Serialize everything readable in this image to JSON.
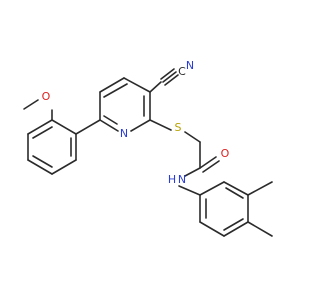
{
  "molecule": {
    "atoms": {
      "nitrile_n": "N",
      "nitrile_c": "C",
      "sulfur": "S",
      "pyridine_n": "N",
      "methoxy_o": "O",
      "carbonyl_o": "O",
      "amide_n": "N",
      "amide_h": "H"
    },
    "colors": {
      "bond": "#2b2b2b",
      "nitrogen": "#2a3dd6",
      "oxygen": "#e02020",
      "sulfur": "#b8a200",
      "carbon": "#2b2b2b"
    }
  }
}
